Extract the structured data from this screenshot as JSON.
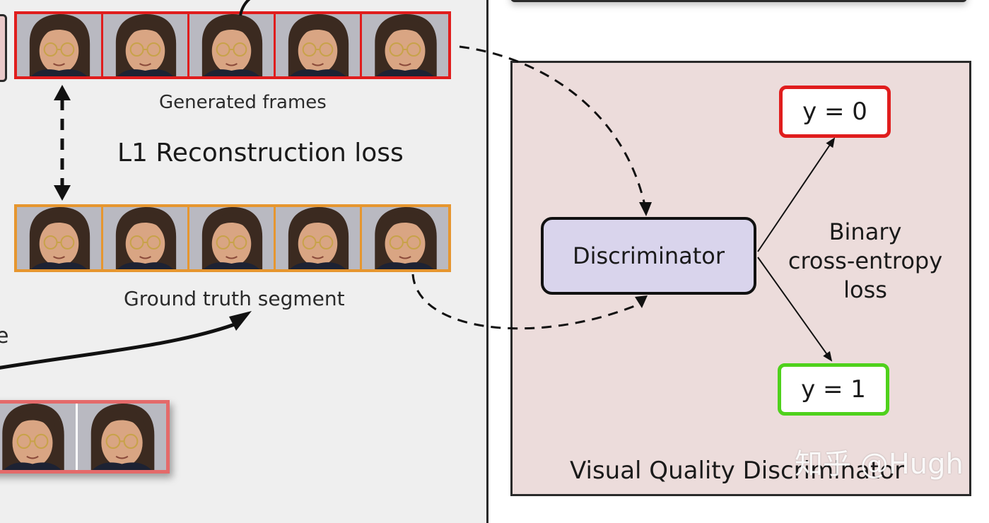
{
  "labels": {
    "generated_frames": "Generated frames",
    "l1_loss": "L1 Reconstruction loss",
    "ground_truth": "Ground truth segment",
    "stray_letter": "e"
  },
  "discriminator": {
    "label": "Discriminator",
    "outputs": {
      "fake": "y = 0",
      "real": "y = 1"
    },
    "loss_label": "Binary cross-entropy loss",
    "loss_lines": [
      "Binary",
      "cross-entropy",
      "loss"
    ],
    "panel_title": "Visual Quality Discriminator"
  },
  "watermark": "知乎 @Hugh",
  "colors": {
    "generated_border": "#e01d1d",
    "ground_truth_border": "#e6962f",
    "reference_border": "#e46a6a",
    "y0_border": "#e01d1d",
    "y1_border": "#4fd11c",
    "discriminator_fill": "#d9d4ec",
    "panel_fill": "#ecdcdb"
  }
}
